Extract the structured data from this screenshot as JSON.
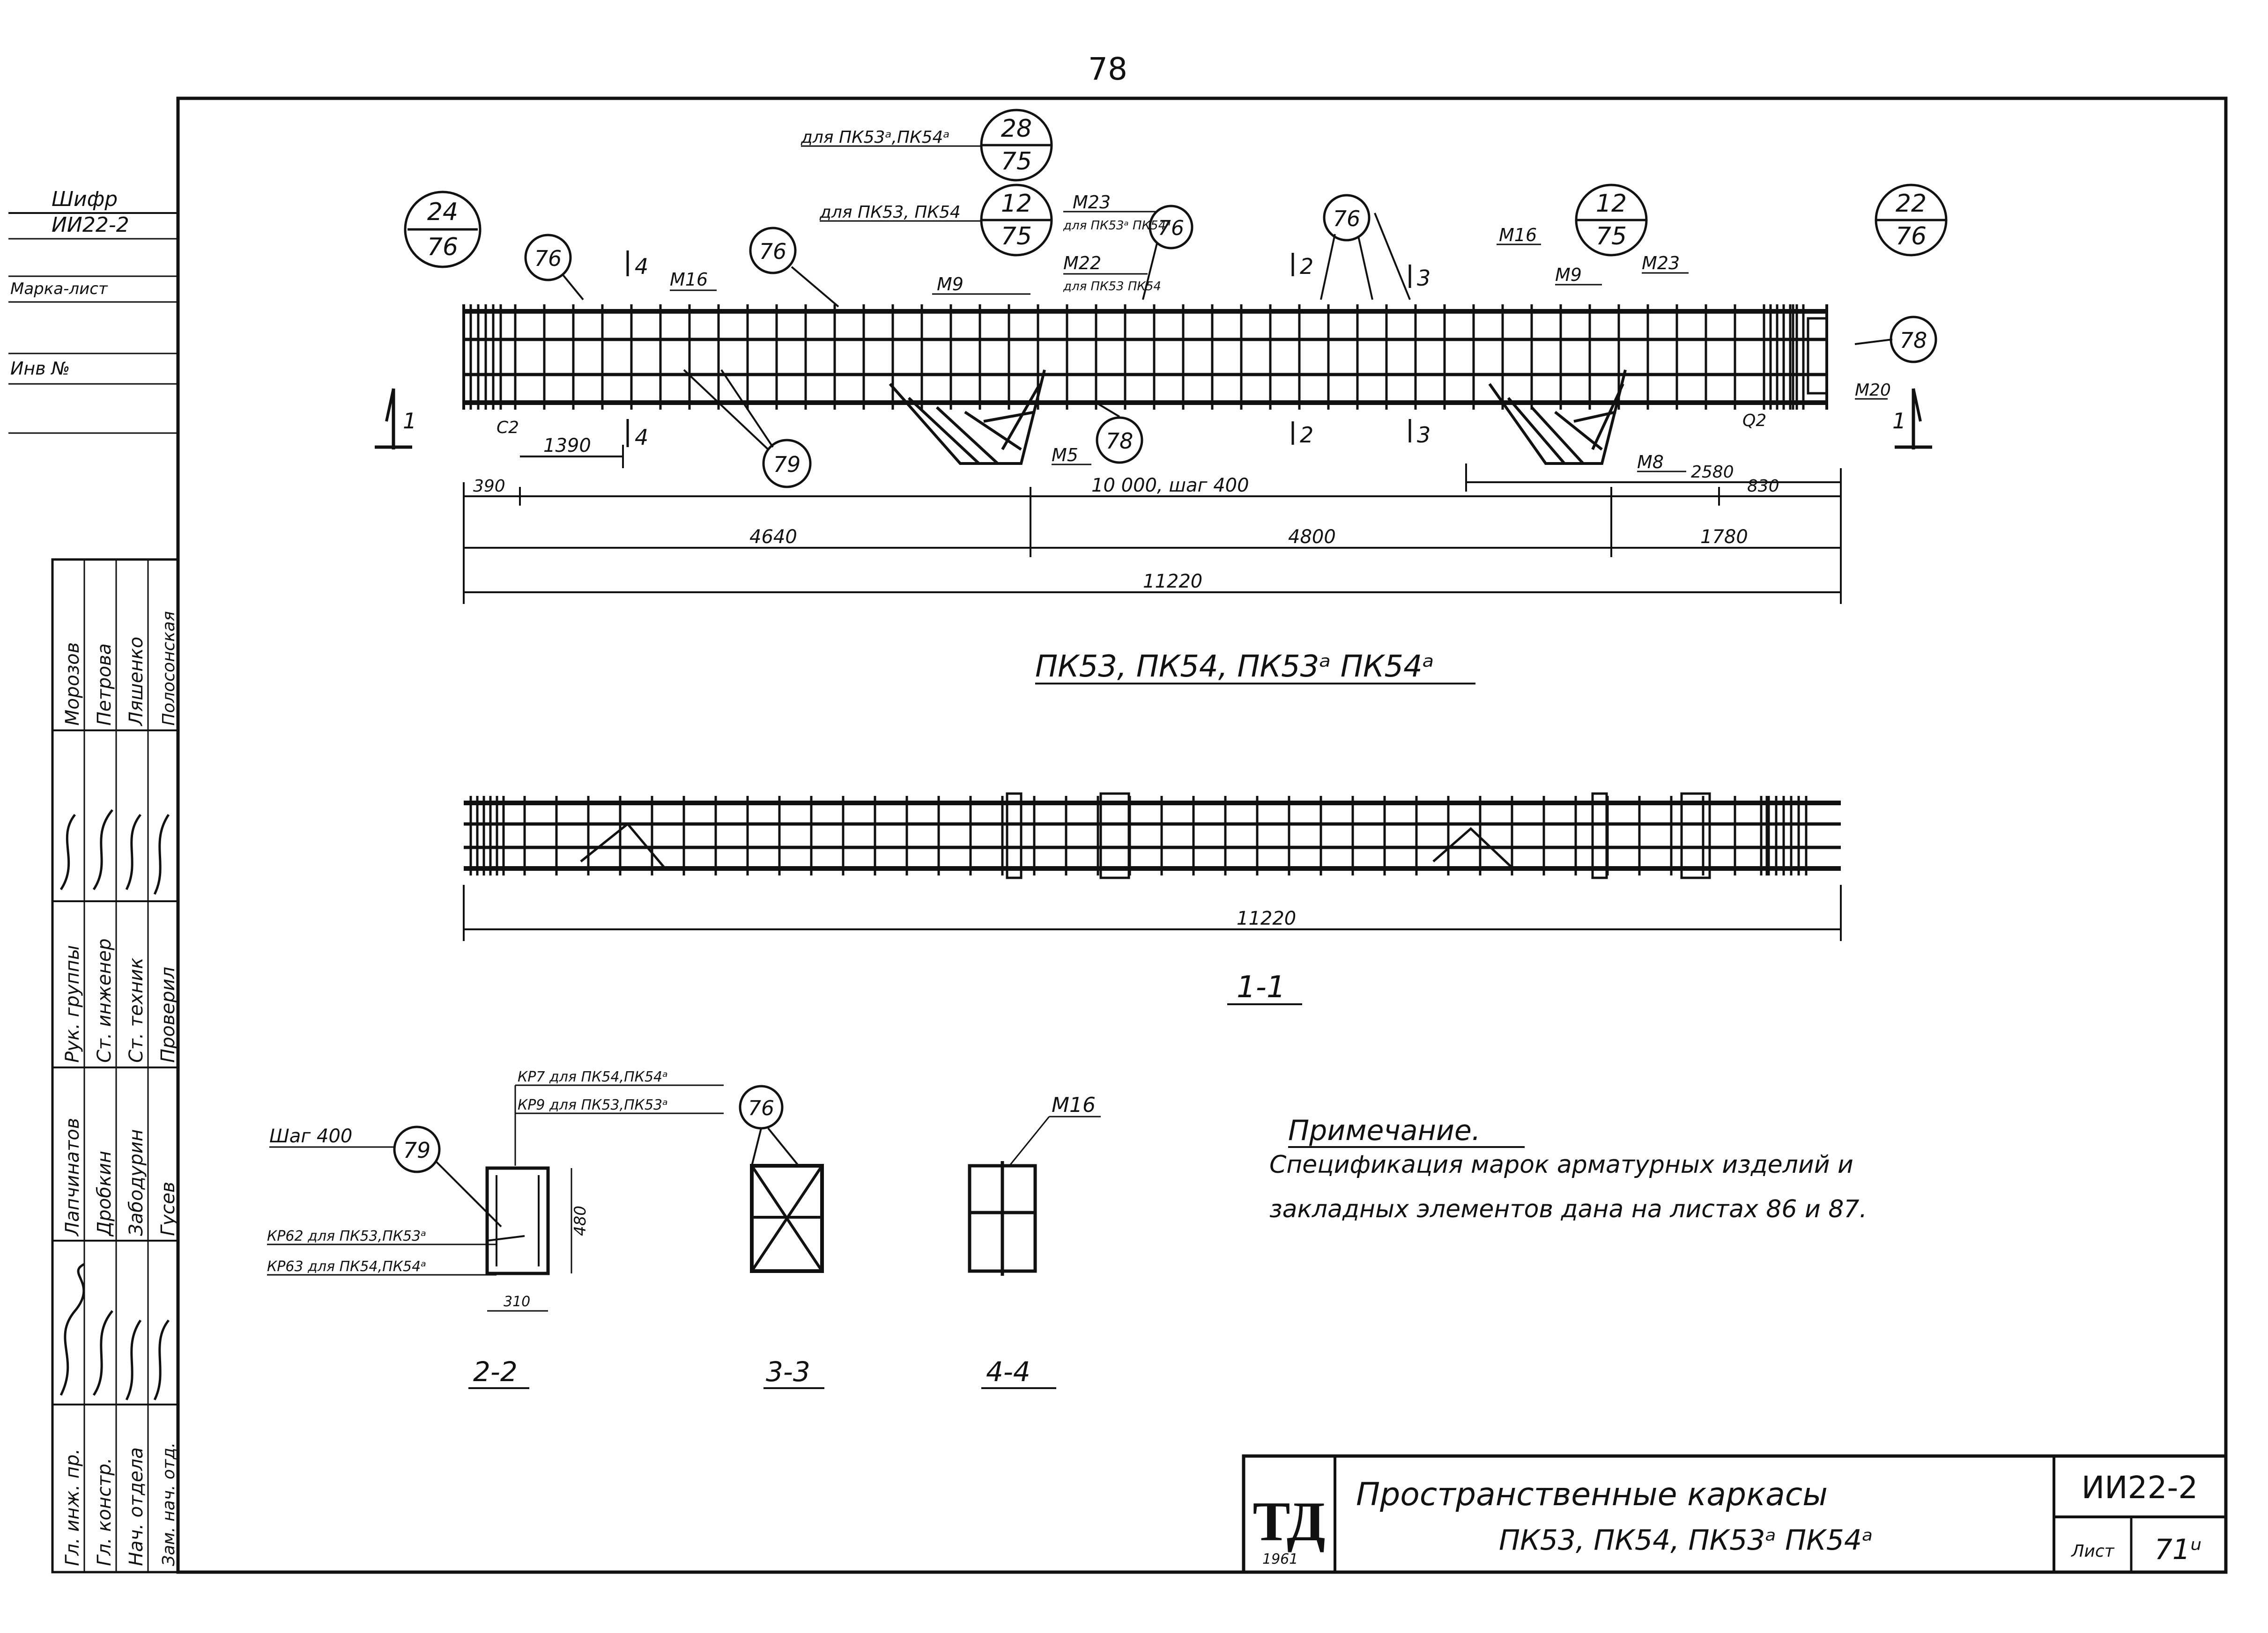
{
  "page_number": "78",
  "side_stamp": {
    "cipher_label": "Шифр",
    "cipher_value": "ИИ22-2",
    "mark_sheet_label": "Марка-лист",
    "inv_label": "Инв №",
    "roles": [
      "Гл. инж. пр.",
      "Гл. констр.",
      "Нач. отдела",
      "Зам. нач. отд.",
      "Рук. группы",
      "Ст. инженер",
      "Ст. техник",
      "Проверил"
    ],
    "names": [
      "Лапчинатов",
      "Дробкин",
      "Забодурин",
      "Гусев",
      "Морозов",
      "Петрова",
      "Ляшенко",
      "Полосонская"
    ]
  },
  "main_view": {
    "callouts": [
      {
        "top": "24",
        "bottom": "76"
      },
      {
        "top": "28",
        "bottom": "75"
      },
      {
        "top": "12",
        "bottom": "75"
      },
      {
        "top": "12",
        "bottom": "75"
      },
      {
        "top": "22",
        "bottom": "76"
      }
    ],
    "callout_notes": [
      "для ПК53ᵃ,ПК54ᵃ",
      "для ПК53, ПК54"
    ],
    "single_markers": [
      "76",
      "76",
      "76",
      "76",
      "78",
      "78",
      "79"
    ],
    "mark_labels": [
      "М16",
      "М23",
      "для ПК53ᵃ ПК54ᵃ",
      "М9",
      "М22",
      "для ПК53 ПК54",
      "М16",
      "М9",
      "М23",
      "М20",
      "М5",
      "М8",
      "С2",
      "Q2"
    ],
    "section_marks": [
      "1",
      "1",
      "2",
      "2",
      "3",
      "3",
      "4",
      "4"
    ],
    "dims": [
      "1390",
      "390",
      "10 000,  шаг 400",
      "2580",
      "830",
      "4640",
      "4800",
      "1780",
      "11220"
    ],
    "caption": "ПК53, ПК54, ПК53ᵃ ПК54ᵃ"
  },
  "section_1_1": {
    "dim": "11220",
    "caption": "1-1"
  },
  "cross_sections": {
    "s22": {
      "caption": "2-2",
      "step_label": "Шаг 400",
      "marker": "79",
      "kr_labels": [
        "КР7 для ПК54,ПК54ᵃ",
        "КР9 для ПК53,ПК53ᵃ",
        "КР62 для ПК53,ПК53ᵃ",
        "КР63 для ПК54,ПК54ᵃ"
      ],
      "height_dim": "480",
      "width_dim": "310"
    },
    "s33": {
      "caption": "3-3",
      "marker": "76"
    },
    "s44": {
      "caption": "4-4",
      "mark": "М16"
    }
  },
  "note": {
    "title": "Примечание.",
    "line1": "Спецификация марок арматурных изделий и",
    "line2": "закладных элементов дана на листах 86 и 87."
  },
  "title_block": {
    "logo": "ТД",
    "year": "1961",
    "title_line1": "Пространственные каркасы",
    "title_line2": "ПК53, ПК54, ПК53ᵃ ПК54ᵃ",
    "code": "ИИ22-2",
    "sheet_label": "Лист",
    "sheet_number": "71ᵘ"
  }
}
